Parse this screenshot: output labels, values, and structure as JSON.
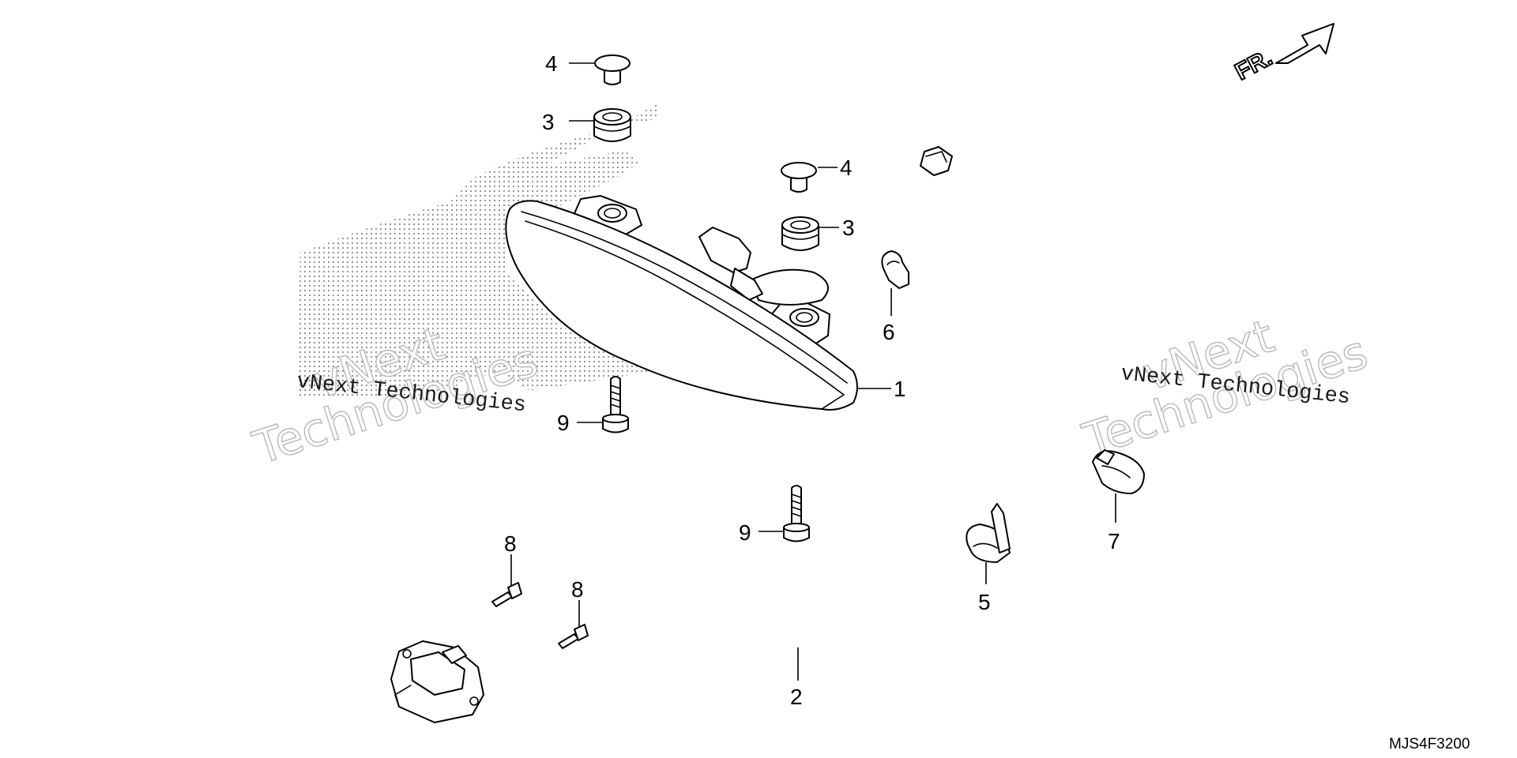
{
  "diagram": {
    "direction_label": "FR.",
    "diagram_code": "MJS4F3200",
    "watermark": {
      "line1": "vNext",
      "line2": "Technologies",
      "small": "vNext Technologies"
    },
    "callouts": [
      {
        "id": "c1",
        "label": "1"
      },
      {
        "id": "c2",
        "label": "2"
      },
      {
        "id": "c3a",
        "label": "3"
      },
      {
        "id": "c3b",
        "label": "3"
      },
      {
        "id": "c4a",
        "label": "4"
      },
      {
        "id": "c4b",
        "label": "4"
      },
      {
        "id": "c5",
        "label": "5"
      },
      {
        "id": "c6",
        "label": "6"
      },
      {
        "id": "c7",
        "label": "7"
      },
      {
        "id": "c8a",
        "label": "8"
      },
      {
        "id": "c8b",
        "label": "8"
      },
      {
        "id": "c9a",
        "label": "9"
      },
      {
        "id": "c9b",
        "label": "9"
      }
    ]
  }
}
